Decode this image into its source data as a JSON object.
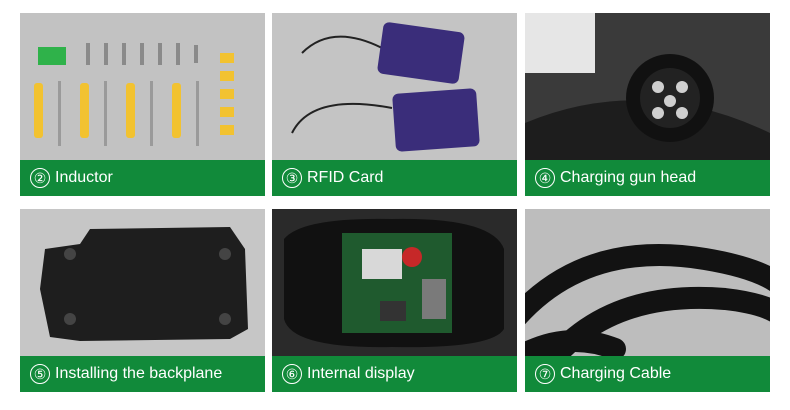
{
  "tiles": [
    {
      "num": "②",
      "label": "Inductor"
    },
    {
      "num": "③",
      "label": "RFID Card"
    },
    {
      "num": "④",
      "label": "Charging gun head"
    },
    {
      "num": "⑤",
      "label": "Installing the backplane"
    },
    {
      "num": "⑥",
      "label": "Internal display"
    },
    {
      "num": "⑦",
      "label": "Charging Cable"
    }
  ],
  "colors": {
    "caption_bg": "#118a3a",
    "caption_text": "#ffffff",
    "photo_bg": "#bfbfbf"
  }
}
